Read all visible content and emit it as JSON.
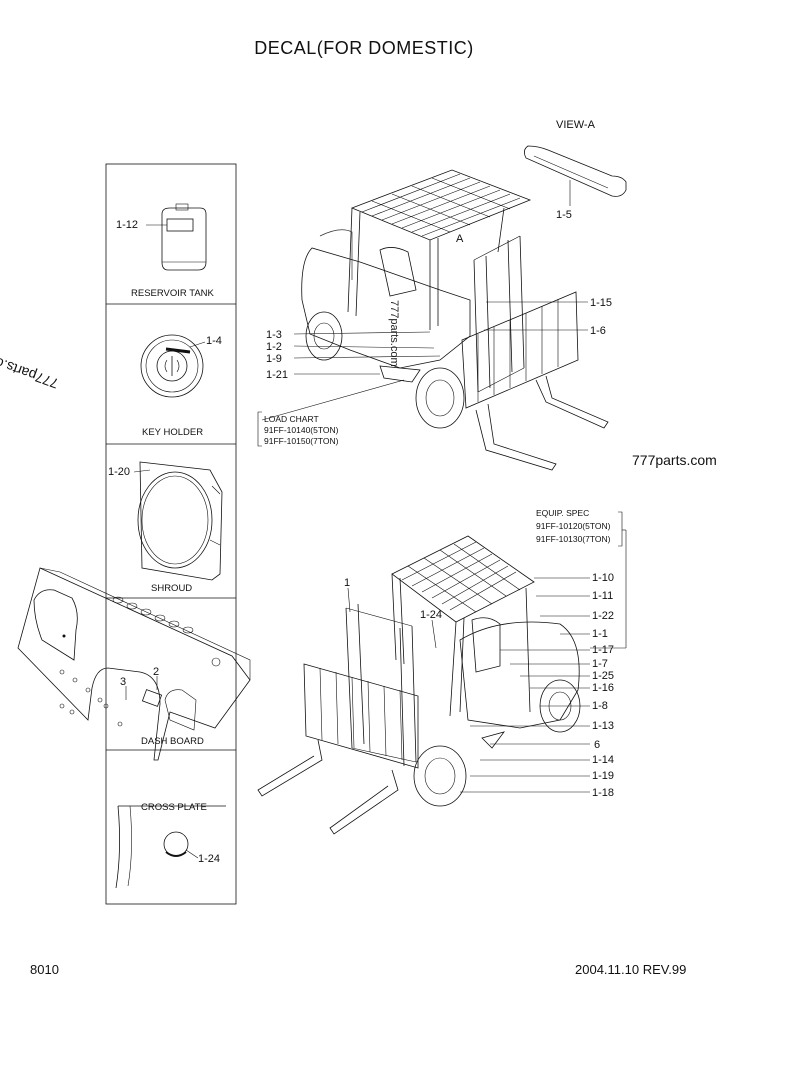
{
  "title": "DECAL(FOR DOMESTIC)",
  "view_label": "VIEW-A",
  "view_marker": "A",
  "footer": {
    "page_code": "8010",
    "revision": "2004.11.10 REV.99"
  },
  "watermark": "777parts.com",
  "panels": {
    "reservoir_tank": {
      "label": "RESERVOIR TANK",
      "callout": "1-12"
    },
    "key_holder": {
      "label": "KEY HOLDER",
      "callout": "1-4"
    },
    "shroud": {
      "label": "SHROUD",
      "callout": "1-20"
    },
    "dash_board": {
      "label": "DASH BOARD",
      "callouts": [
        "2",
        "3"
      ]
    },
    "cross_plate": {
      "label": "CROSS PLATE",
      "callout": "1-24"
    }
  },
  "top_forklift": {
    "callouts_left": [
      "1-3",
      "1-2",
      "1-9",
      "1-21"
    ],
    "callouts_right": [
      "1-15",
      "1-6"
    ],
    "view_a_callout": "1-5",
    "load_chart": {
      "title": "LOAD CHART",
      "items": [
        "91FF-10140(5TON)",
        "91FF-10150(7TON)"
      ]
    }
  },
  "bottom_forklift": {
    "callouts_left": [
      "1",
      "1-24"
    ],
    "callouts_right": [
      "1-10",
      "1-11",
      "1-22",
      "1-1",
      "1-17",
      "1-7",
      "1-25",
      "1-16",
      "1-8",
      "1-13",
      "6",
      "1-14",
      "1-19",
      "1-18"
    ],
    "equip_spec": {
      "title": "EQUIP. SPEC",
      "items": [
        "91FF-10120(5TON)",
        "91FF-10130(7TON)"
      ]
    }
  }
}
